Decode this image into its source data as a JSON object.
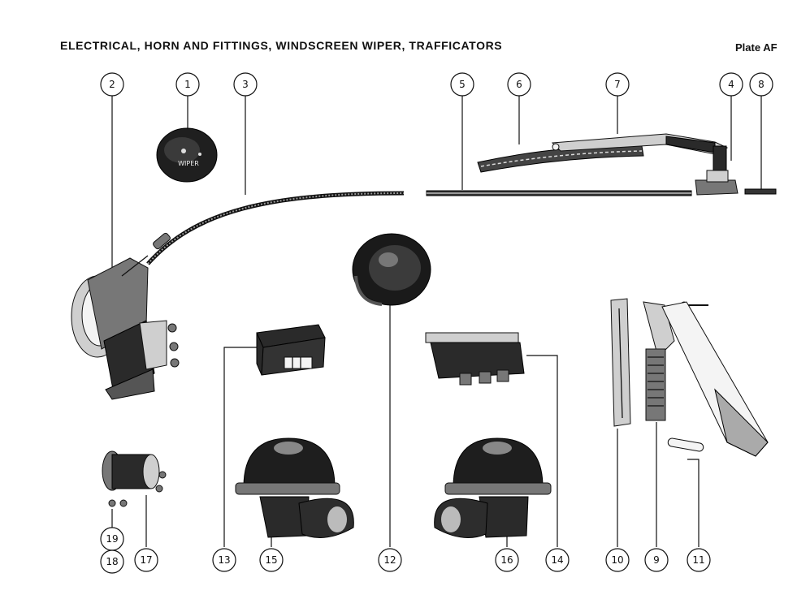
{
  "header": {
    "title": "ELECTRICAL, HORN AND FITTINGS, WINDSCREEN WIPER, TRAFFICATORS",
    "plate": "Plate AF"
  },
  "wiper_knob_text": "WIPER",
  "callouts": {
    "c1": "1",
    "c2": "2",
    "c3": "3",
    "c4": "4",
    "c5": "5",
    "c6": "6",
    "c7": "7",
    "c8": "8",
    "c9": "9",
    "c10": "10",
    "c11": "11",
    "c12": "12",
    "c13": "13",
    "c14": "14",
    "c15": "15",
    "c16": "16",
    "c17": "17",
    "c18": "18",
    "c19": "19"
  }
}
